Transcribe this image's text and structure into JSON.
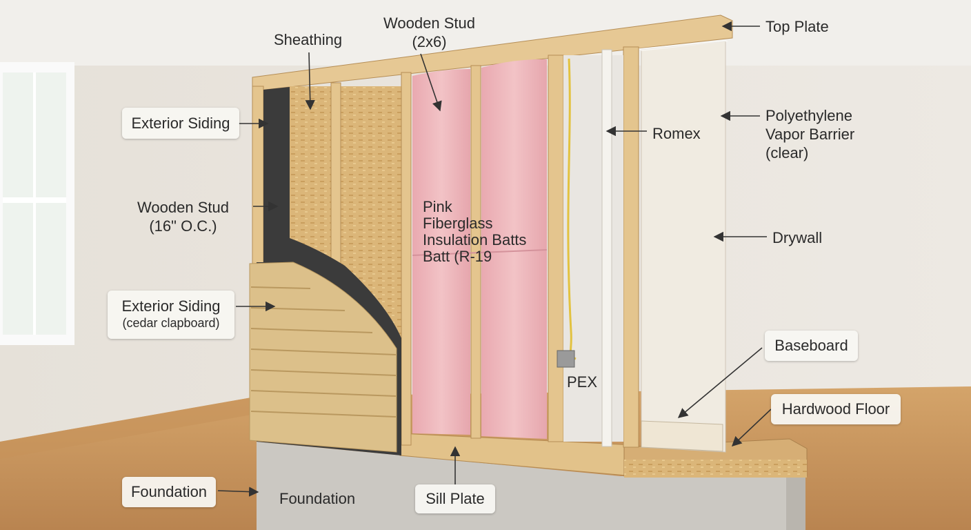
{
  "diagram": {
    "labels": {
      "top_plate": "Top Plate",
      "wooden_stud_top": [
        "Wooden Stud",
        "(2x6)"
      ],
      "sheathing": "Sheathing",
      "exterior_siding_upper": "Exterior Siding",
      "wooden_stud_left": [
        "Wooden Stud",
        "(16\" O.C.)"
      ],
      "exterior_siding_lower": [
        "Exterior Siding",
        "(cedar clapboard)"
      ],
      "insulation": [
        "Pink",
        "Fiberglass",
        "Insulation Batts",
        "Batt (R-19"
      ],
      "romex": "Romex",
      "pex": "PEX",
      "vapor_barrier": [
        "Polyethylene",
        "Vapor Barrier",
        "(clear)"
      ],
      "drywall": "Drywall",
      "baseboard": "Baseboard",
      "hardwood_floor": "Hardwood Floor",
      "foundation_box": "Foundation",
      "foundation_text": "Foundation",
      "sill_plate": "Sill Plate"
    },
    "colors": {
      "insulation": "#eab1b6",
      "lumber": "#e3c48f",
      "osb": "#d9b47a",
      "siding": "#d9bd86",
      "housewrap": "#3a3a3a",
      "concrete": "#c9c6c0",
      "drywall": "#efe8dc",
      "floor": "#c8955e"
    }
  }
}
